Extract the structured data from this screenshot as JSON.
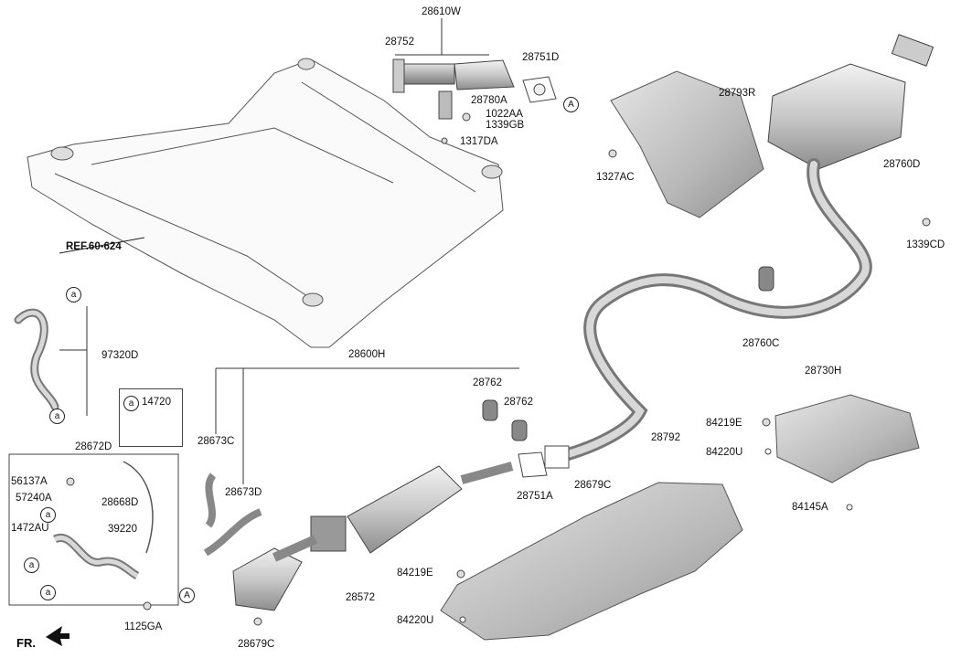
{
  "labels": {
    "p28610W": "28610W",
    "p28752": "28752",
    "p28751D": "28751D",
    "p28780A": "28780A",
    "p1022AA": "1022AA",
    "p1339GB": "1339GB",
    "p1317DA": "1317DA",
    "p28793R": "28793R",
    "p1327AC": "1327AC",
    "p28760D": "28760D",
    "p1339CD": "1339CD",
    "p28760C": "28760C",
    "p28730H": "28730H",
    "ref": "REF.60-624",
    "p97320D": "97320D",
    "p28600H": "28600H",
    "p28762a": "28762",
    "p28762b": "28762",
    "p14720": "14720",
    "p28672D": "28672D",
    "p28673C": "28673C",
    "p28673D": "28673D",
    "p28751A": "28751A",
    "p28679Ca": "28679C",
    "p28792": "28792",
    "p84219Ea": "84219E",
    "p84220Ua": "84220U",
    "p84145A": "84145A",
    "p56137A": "56137A",
    "p57240A": "57240A",
    "p28668D": "28668D",
    "p1472AU": "1472AU",
    "p39220": "39220",
    "p1125GA": "1125GA",
    "p28572": "28572",
    "p84219Eb": "84219E",
    "p84220Ub": "84220U",
    "p28679Cb": "28679C",
    "fr": "FR."
  },
  "callouts": {
    "a": "a",
    "A": "A"
  }
}
